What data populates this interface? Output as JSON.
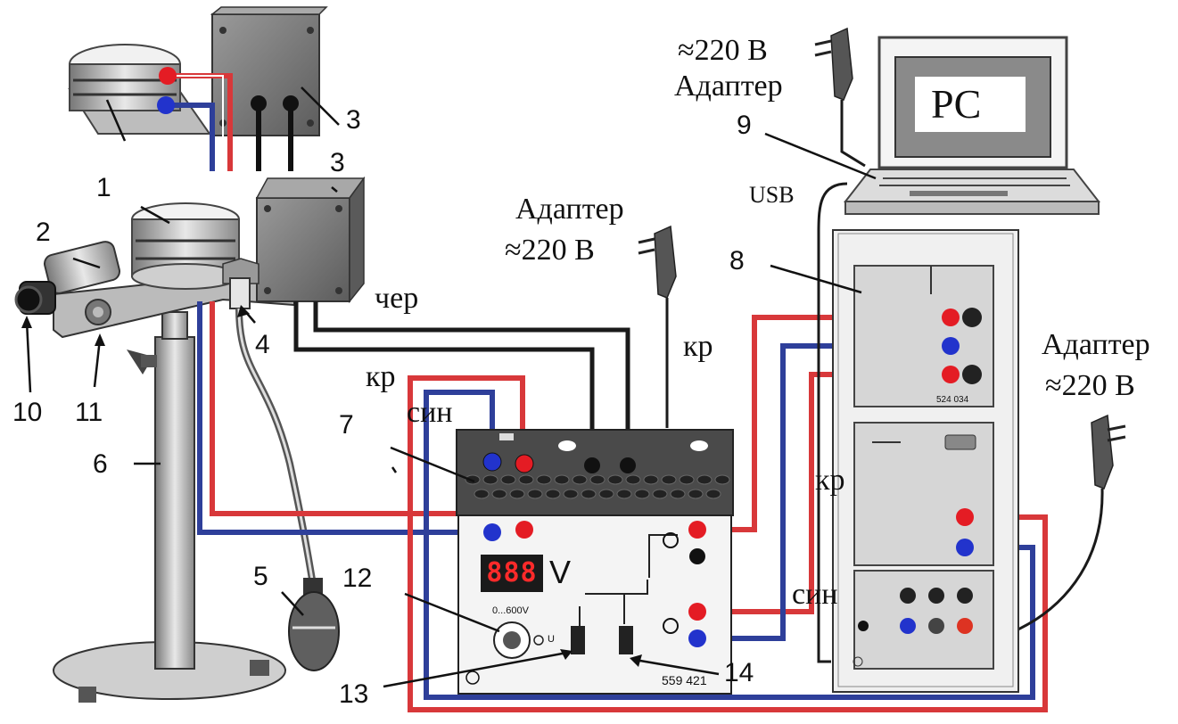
{
  "labels": {
    "n1": "1",
    "n2": "2",
    "n3": "3",
    "n4": "4",
    "n5": "5",
    "n6": "6",
    "n7": "7",
    "n8": "8",
    "n9": "9",
    "n10": "10",
    "n11": "11",
    "n12": "12",
    "n13": "13",
    "n14": "14"
  },
  "adapters": {
    "top_voltage": "≈220 В",
    "top_name": "Адаптер",
    "mid_name": "Адаптер",
    "mid_voltage": "≈220 В",
    "right_name": "Адаптер",
    "right_voltage": "≈220 В"
  },
  "pc_label": "PC",
  "usb_label": "USB",
  "wire_labels": {
    "black": "чер",
    "red_1": "кр",
    "blue_1": "син",
    "red_2": "кр",
    "red_3": "кр",
    "blue_2": "син"
  },
  "power_supply": {
    "display": "888",
    "unit": "V",
    "range": "0...600V",
    "model": "559 421",
    "u_mark": "U"
  },
  "interface": {
    "model": "524 034"
  },
  "colors": {
    "red_wire": "#d8383a",
    "blue_wire": "#2e3f9a",
    "black_wire": "#1a1a1a",
    "device_gray": "#6d6d6d",
    "panel_gray": "#d4d4d4"
  }
}
